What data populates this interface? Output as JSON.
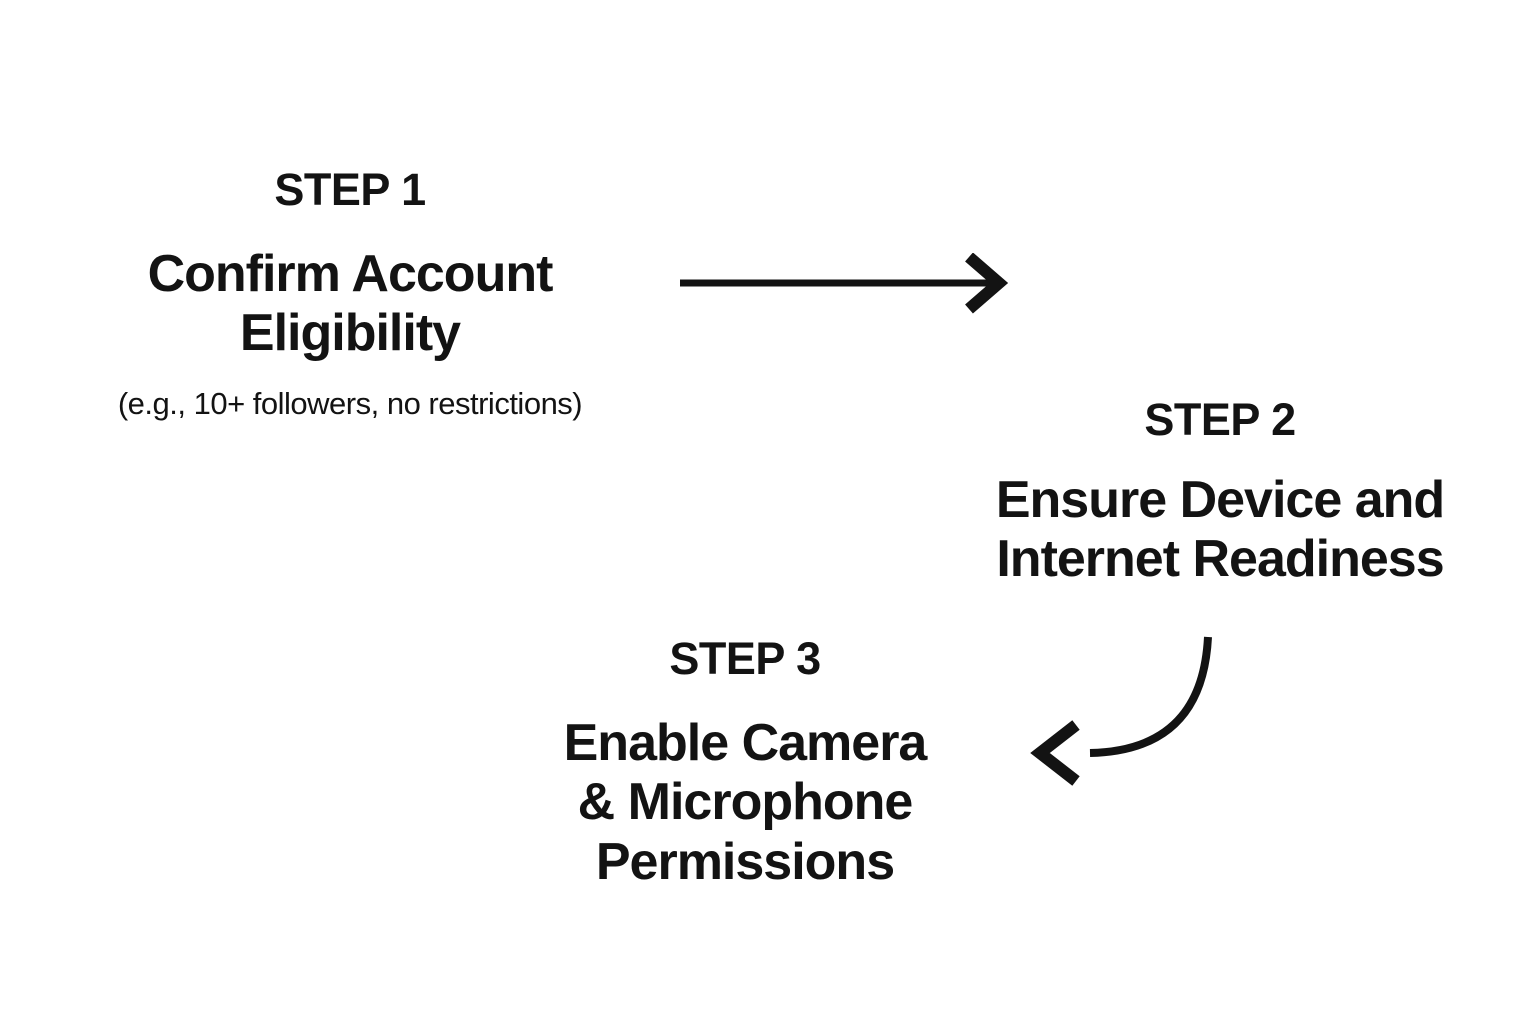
{
  "colors": {
    "background": "#ffffff",
    "text": "#131313",
    "arrow": "#131313"
  },
  "steps": [
    {
      "label": "STEP 1",
      "title": "Confirm Account\nEligibility",
      "subtitle": "(e.g., 10+ followers, no restrictions)"
    },
    {
      "label": "STEP 2",
      "title": "Ensure Device and\nInternet Readiness"
    },
    {
      "label": "STEP 3",
      "title": "Enable Camera\n& Microphone\nPermissions"
    }
  ],
  "icons": {
    "step1_to_step2": "straight-right-arrow",
    "step2_to_step3": "curved-left-arrow"
  }
}
